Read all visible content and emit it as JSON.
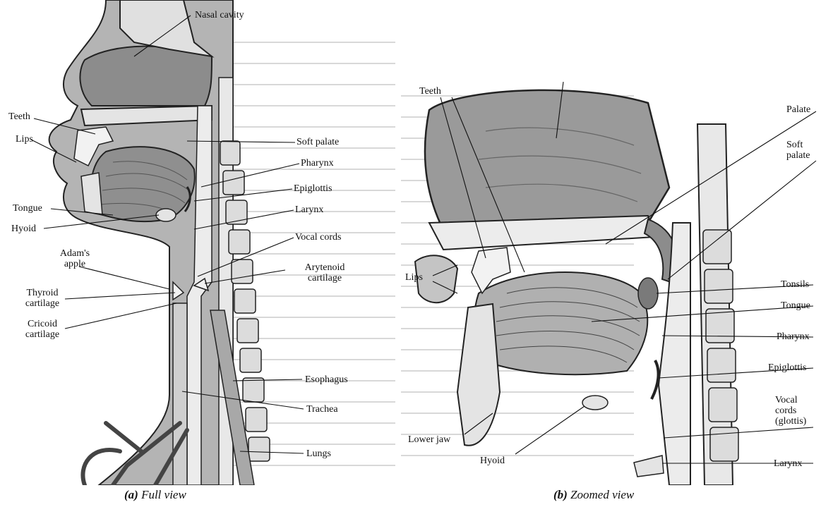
{
  "figure_a": {
    "labels": {
      "nasal_cavity": "Nasal cavity",
      "teeth": "Teeth",
      "lips": "Lips",
      "soft_palate": "Soft palate",
      "pharynx": "Pharynx",
      "epiglottis": "Epiglottis",
      "tongue": "Tongue",
      "hyoid": "Hyoid",
      "larynx": "Larynx",
      "vocal_cords": "Vocal cords",
      "adams_apple_1": "Adam's",
      "adams_apple_2": "apple",
      "arytenoid_1": "Arytenoid",
      "arytenoid_2": "cartilage",
      "thyroid_1": "Thyroid",
      "thyroid_2": "cartilage",
      "cricoid_1": "Cricoid",
      "cricoid_2": "cartilage",
      "esophagus": "Esophagus",
      "trachea": "Trachea",
      "lungs": "Lungs"
    },
    "caption_letter": "(a)",
    "caption_text": "Full view"
  },
  "figure_b": {
    "labels": {
      "teeth": "Teeth",
      "palate": "Palate",
      "soft_palate_1": "Soft",
      "soft_palate_2": "palate",
      "lips": "Lips",
      "tonsils": "Tonsils",
      "tongue": "Tongue",
      "pharynx": "Pharynx",
      "epiglottis": "Epiglottis",
      "vocal_cords_1": "Vocal",
      "vocal_cords_2": "cords",
      "vocal_cords_3": "(glottis)",
      "lower_jaw": "Lower jaw",
      "hyoid": "Hyoid",
      "larynx": "Larynx"
    },
    "caption_letter": "(b)",
    "caption_text": "Zoomed view"
  },
  "colors": {
    "tissue": "#9a9a9a",
    "tissue_dark": "#6e6e6e",
    "bone": "#e8e8e8",
    "page_bg": "#ffffff",
    "ink": "#111111"
  }
}
